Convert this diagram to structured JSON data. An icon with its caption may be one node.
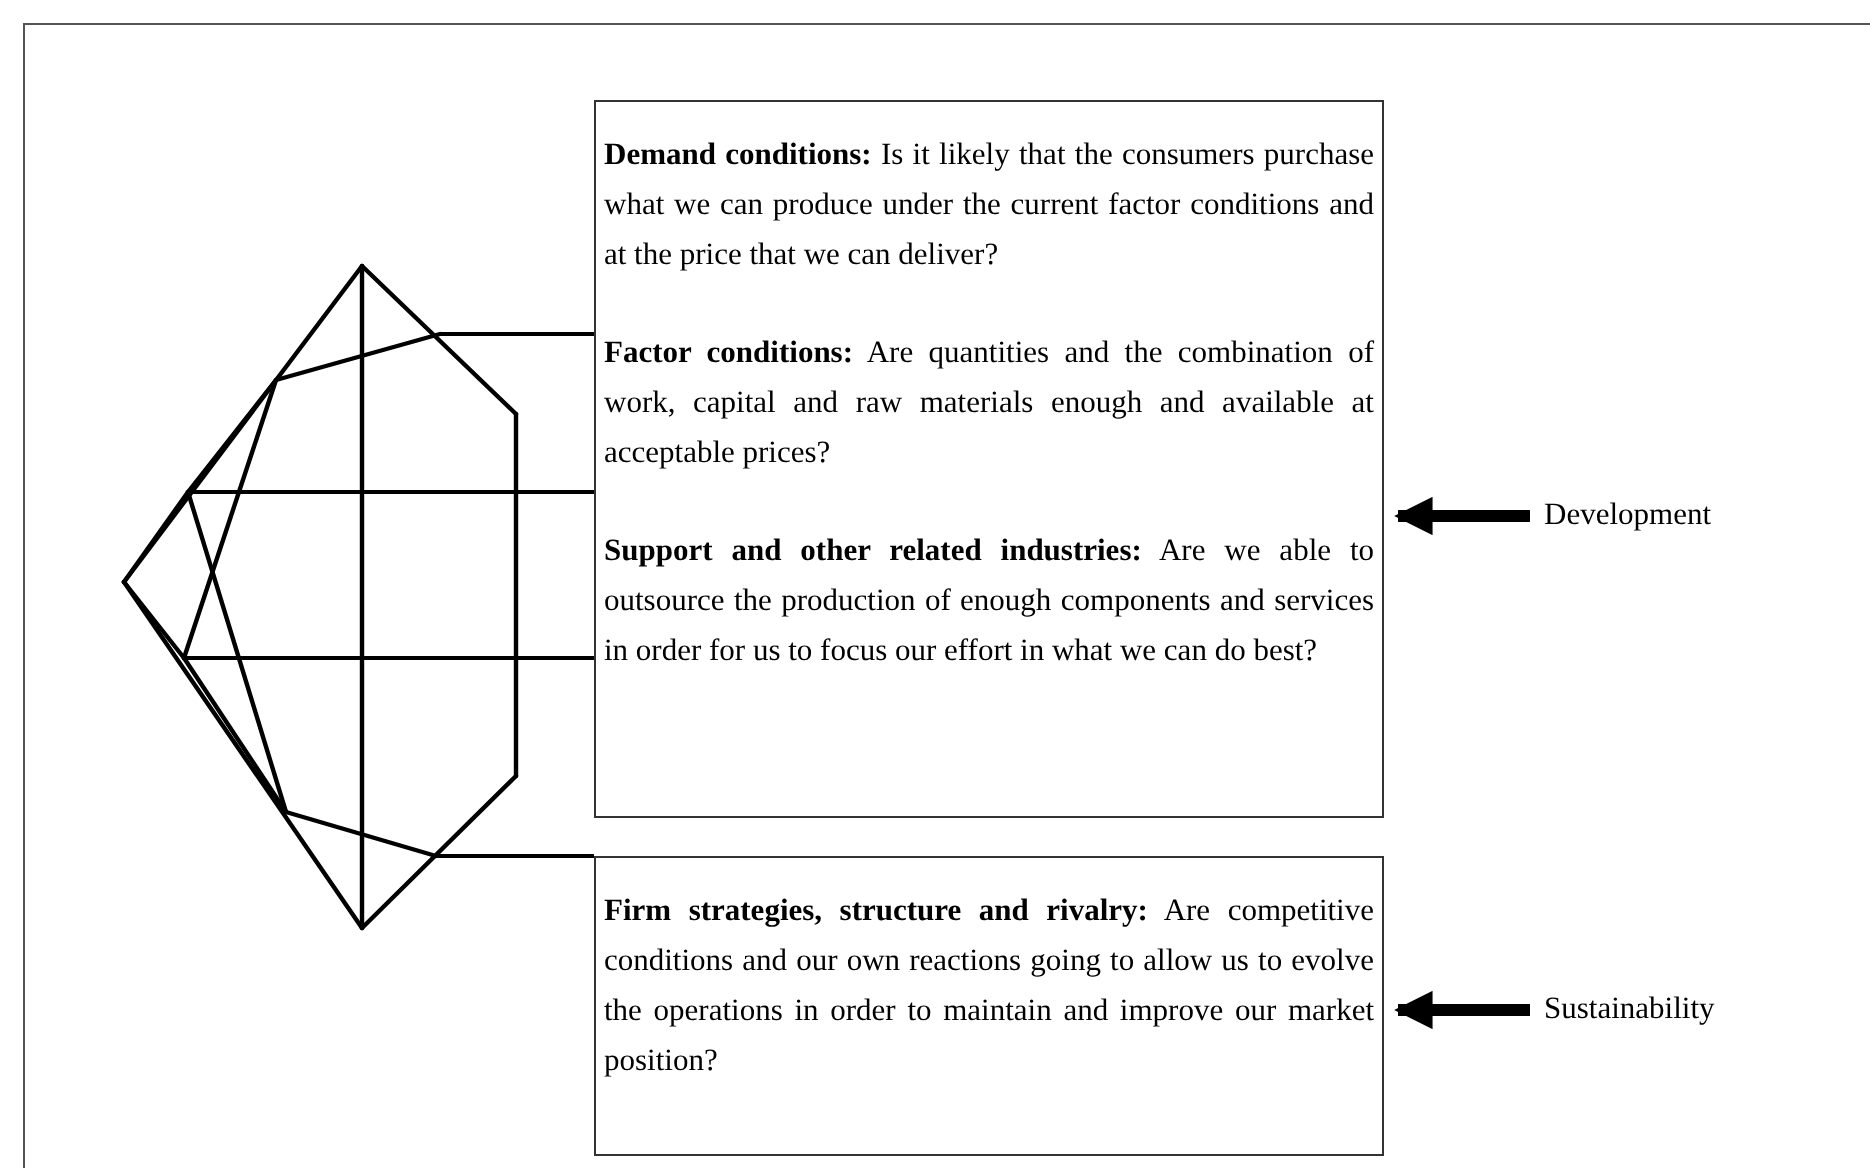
{
  "diagram": {
    "nodes": [
      {
        "text": [],
        "shape": "picture"
      },
      {
        "text": [
          "**Demand conditions:** Is it likely that the consumers purchase what we can produce under the current factor conditions and at the price that we can deliver?",
          "**Factor conditions:** Are quantities and the combination of work, capital and raw materials enough and available at acceptable prices?",
          "**Support and other related industries:** Are we able to outsource the production of enough components and services in order for us to focus our effort in what we can do best?"
        ]
      },
      {
        "text": [
          "Development"
        ]
      },
      {
        "text": [
          "**Firm strategies, structure and rivalry:** Are competitive conditions and our own reactions going to allow us to evolve the operations in order to maintain and improve our market position?"
        ]
      },
      {
        "text": [
          "Sustainability"
        ]
      }
    ],
    "edges": [
      {
        "from": 0,
        "to": 1,
        "arrow": "none"
      },
      {
        "from": 0,
        "to": 1,
        "arrow": "none"
      },
      {
        "from": 0,
        "to": 1,
        "arrow": "none"
      },
      {
        "from": 0,
        "to": 3,
        "arrow": "none"
      },
      {
        "from": 2,
        "to": 1,
        "arrow": "to",
        "style": "thick"
      },
      {
        "from": 4,
        "to": 3,
        "arrow": "to",
        "style": "thick"
      }
    ]
  }
}
